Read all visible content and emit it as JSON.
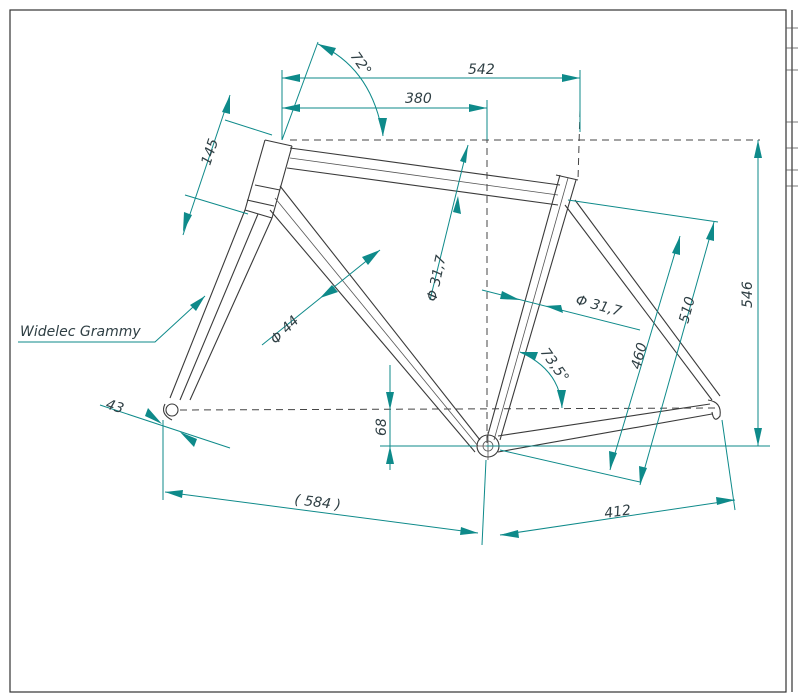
{
  "dimensions": {
    "seat_angle": "72°",
    "top_tube_effective": "542",
    "reach_380": "380",
    "head_tube": "145",
    "top_tube_diameter": "Φ 31,7",
    "down_tube_diameter": "Φ 44",
    "seat_tube_diameter": "Φ 31,7",
    "seat_tube_510": "510",
    "seat_tube_460": "460",
    "stack_546": "546",
    "head_angle": "73,5°",
    "fork_offset": "43",
    "bb_drop": "68",
    "front_center": "( 584 )",
    "chainstay": "412"
  },
  "callouts": {
    "fork": "Widelec Grammy"
  },
  "colors": {
    "dimension_lines": "#0e8a8a",
    "frame_lines": "#3a3a3a",
    "text": "#2f3f44"
  }
}
